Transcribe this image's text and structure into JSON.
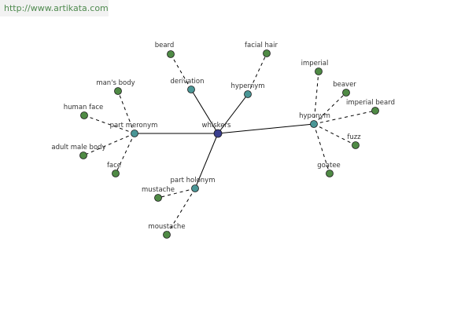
{
  "header": {
    "url": "http://www.artikata.com"
  },
  "colors": {
    "center": "#3a3f8f",
    "relation": "#4a9696",
    "leaf": "#4f8a45",
    "edge": "#000000"
  },
  "nodes": [
    {
      "id": "whiskers",
      "label": "whiskers",
      "kind": "center"
    },
    {
      "id": "derivation",
      "label": "derivation",
      "kind": "relation"
    },
    {
      "id": "hypernym",
      "label": "hypernym",
      "kind": "relation"
    },
    {
      "id": "hyponym",
      "label": "hyponym",
      "kind": "relation"
    },
    {
      "id": "part_meronym",
      "label": "part meronym",
      "kind": "relation"
    },
    {
      "id": "part_holonym",
      "label": "part holonym",
      "kind": "relation"
    },
    {
      "id": "beard",
      "label": "beard",
      "kind": "leaf"
    },
    {
      "id": "facial_hair",
      "label": "facial hair",
      "kind": "leaf"
    },
    {
      "id": "imperial",
      "label": "imperial",
      "kind": "leaf"
    },
    {
      "id": "beaver",
      "label": "beaver",
      "kind": "leaf"
    },
    {
      "id": "imperial_beard",
      "label": "imperial beard",
      "kind": "leaf"
    },
    {
      "id": "fuzz",
      "label": "fuzz",
      "kind": "leaf"
    },
    {
      "id": "goatee",
      "label": "goatee",
      "kind": "leaf"
    },
    {
      "id": "mans_body",
      "label": "man's body",
      "kind": "leaf"
    },
    {
      "id": "human_face",
      "label": "human face",
      "kind": "leaf"
    },
    {
      "id": "adult_male_body",
      "label": "adult male body",
      "kind": "leaf"
    },
    {
      "id": "face",
      "label": "face",
      "kind": "leaf"
    },
    {
      "id": "mustache",
      "label": "mustache",
      "kind": "leaf"
    },
    {
      "id": "moustache",
      "label": "moustache",
      "kind": "leaf"
    }
  ],
  "edges": [
    {
      "from": "whiskers",
      "to": "derivation",
      "style": "solid"
    },
    {
      "from": "whiskers",
      "to": "hypernym",
      "style": "solid"
    },
    {
      "from": "whiskers",
      "to": "hyponym",
      "style": "solid"
    },
    {
      "from": "whiskers",
      "to": "part_meronym",
      "style": "solid"
    },
    {
      "from": "whiskers",
      "to": "part_holonym",
      "style": "solid"
    },
    {
      "from": "derivation",
      "to": "beard",
      "style": "dashed"
    },
    {
      "from": "hypernym",
      "to": "facial_hair",
      "style": "dashed"
    },
    {
      "from": "hyponym",
      "to": "imperial",
      "style": "dashed"
    },
    {
      "from": "hyponym",
      "to": "beaver",
      "style": "dashed"
    },
    {
      "from": "hyponym",
      "to": "imperial_beard",
      "style": "dashed"
    },
    {
      "from": "hyponym",
      "to": "fuzz",
      "style": "dashed"
    },
    {
      "from": "hyponym",
      "to": "goatee",
      "style": "dashed"
    },
    {
      "from": "part_meronym",
      "to": "mans_body",
      "style": "dashed"
    },
    {
      "from": "part_meronym",
      "to": "human_face",
      "style": "dashed"
    },
    {
      "from": "part_meronym",
      "to": "adult_male_body",
      "style": "dashed"
    },
    {
      "from": "part_meronym",
      "to": "face",
      "style": "dashed"
    },
    {
      "from": "part_holonym",
      "to": "mustache",
      "style": "dashed"
    },
    {
      "from": "part_holonym",
      "to": "moustache",
      "style": "dashed"
    }
  ]
}
